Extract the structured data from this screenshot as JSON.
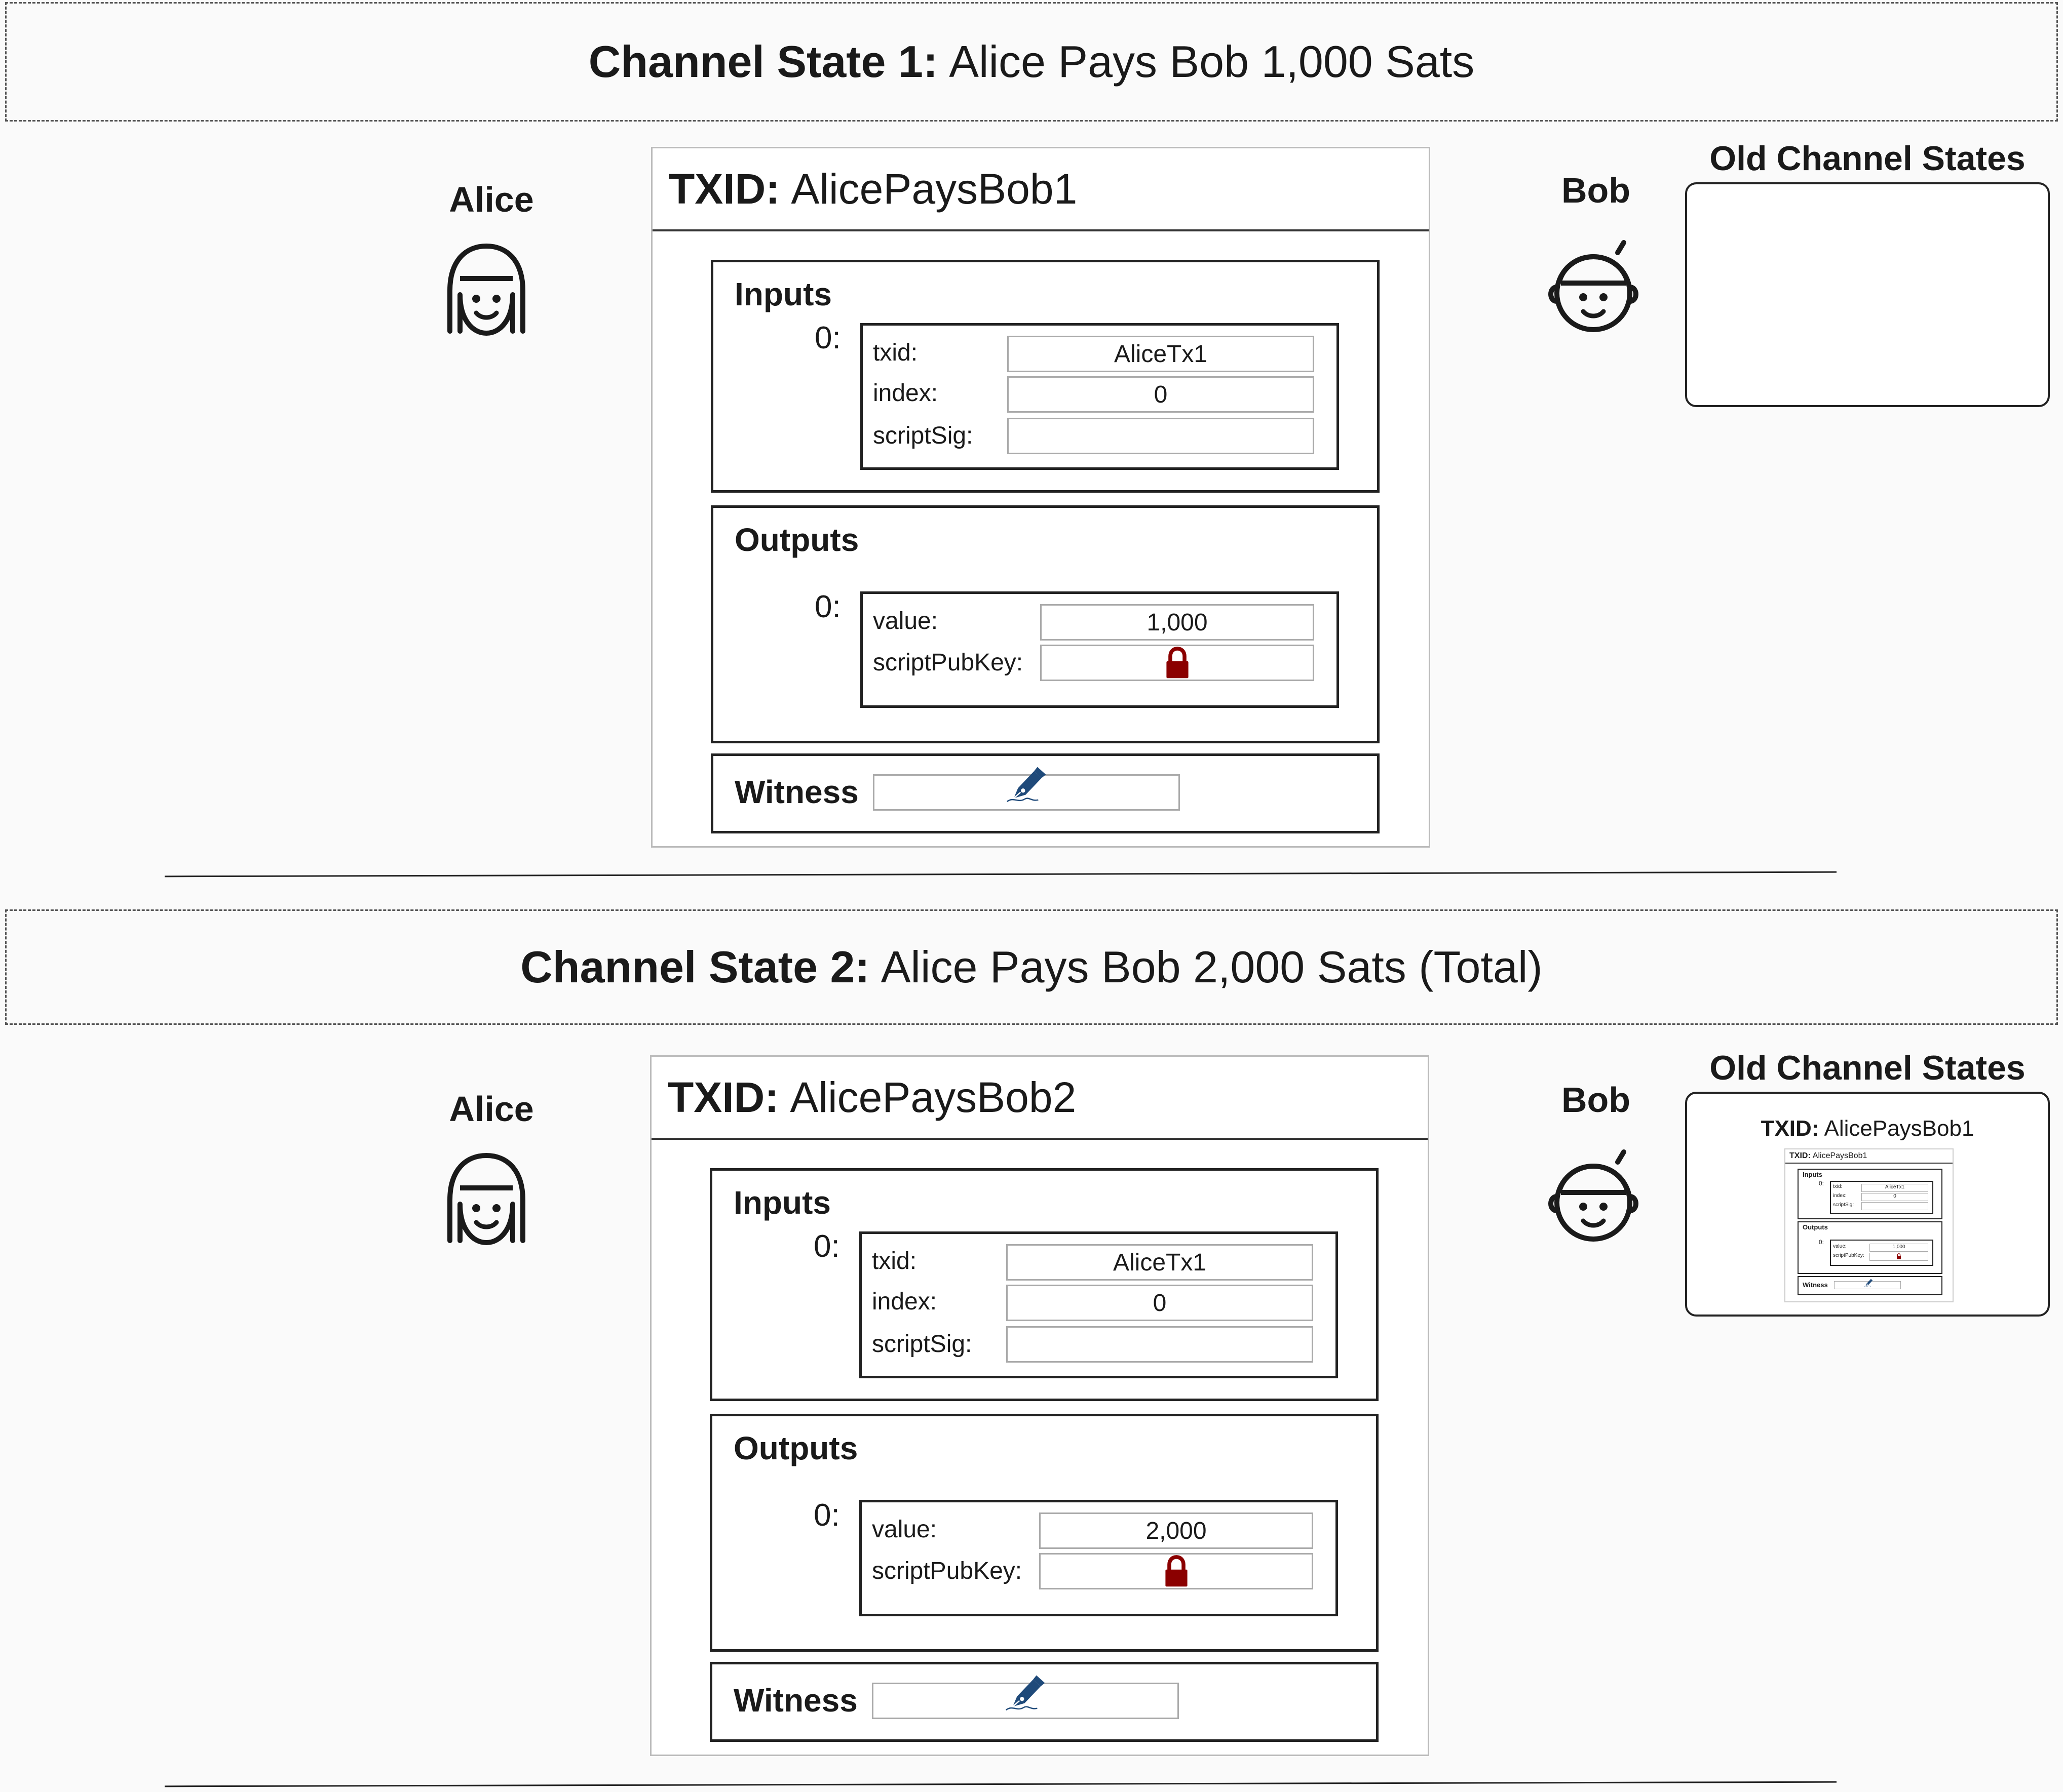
{
  "states": [
    {
      "banner_bold": "Channel State 1:",
      "banner_text": "Alice Pays Bob 1,000 Sats",
      "alice": "Alice",
      "bob": "Bob",
      "old_states_title": "Old Channel States",
      "tx": {
        "txid_label": "TXID:",
        "txid": "AlicePaysBob1",
        "inputs_title": "Inputs",
        "input_index": "0:",
        "txid_field": "txid:",
        "txid_value": "AliceTx1",
        "index_field": "index:",
        "index_value": "0",
        "scriptsig_field": "scriptSig:",
        "outputs_title": "Outputs",
        "output_index": "0:",
        "value_field": "value:",
        "value_value": "1,000",
        "spk_field": "scriptPubKey:",
        "witness_title": "Witness"
      }
    },
    {
      "banner_bold": "Channel State 2:",
      "banner_text": "Alice Pays Bob 2,000 Sats (Total)",
      "alice": "Alice",
      "bob": "Bob",
      "old_states_title": "Old Channel States",
      "old_state_entry": {
        "txid_label": "TXID:",
        "txid": "AlicePaysBob1",
        "inner_txid": "AlicePaysBob1",
        "inputs": "Inputs",
        "idx": "0:",
        "txid_field": "txid:",
        "txid_value": "AliceTx1",
        "index_field": "index:",
        "index_value": "0",
        "scriptsig_field": "scriptSig:",
        "outputs": "Outputs",
        "value_field": "value:",
        "value_value": "1,000",
        "spk_field": "scriptPubKey:",
        "witness": "Witness"
      },
      "tx": {
        "txid_label": "TXID:",
        "txid": "AlicePaysBob2",
        "inputs_title": "Inputs",
        "input_index": "0:",
        "txid_field": "txid:",
        "txid_value": "AliceTx1",
        "index_field": "index:",
        "index_value": "0",
        "scriptsig_field": "scriptSig:",
        "outputs_title": "Outputs",
        "output_index": "0:",
        "value_field": "value:",
        "value_value": "2,000",
        "spk_field": "scriptPubKey:",
        "witness_title": "Witness"
      }
    }
  ],
  "icons": {
    "alice": "alice-avatar-icon",
    "bob": "bob-avatar-icon",
    "lock": "padlock-icon",
    "signature": "fountain-pen-signature-icon"
  },
  "colors": {
    "lock": "#8b0000",
    "pen": "#1f4a7a"
  }
}
